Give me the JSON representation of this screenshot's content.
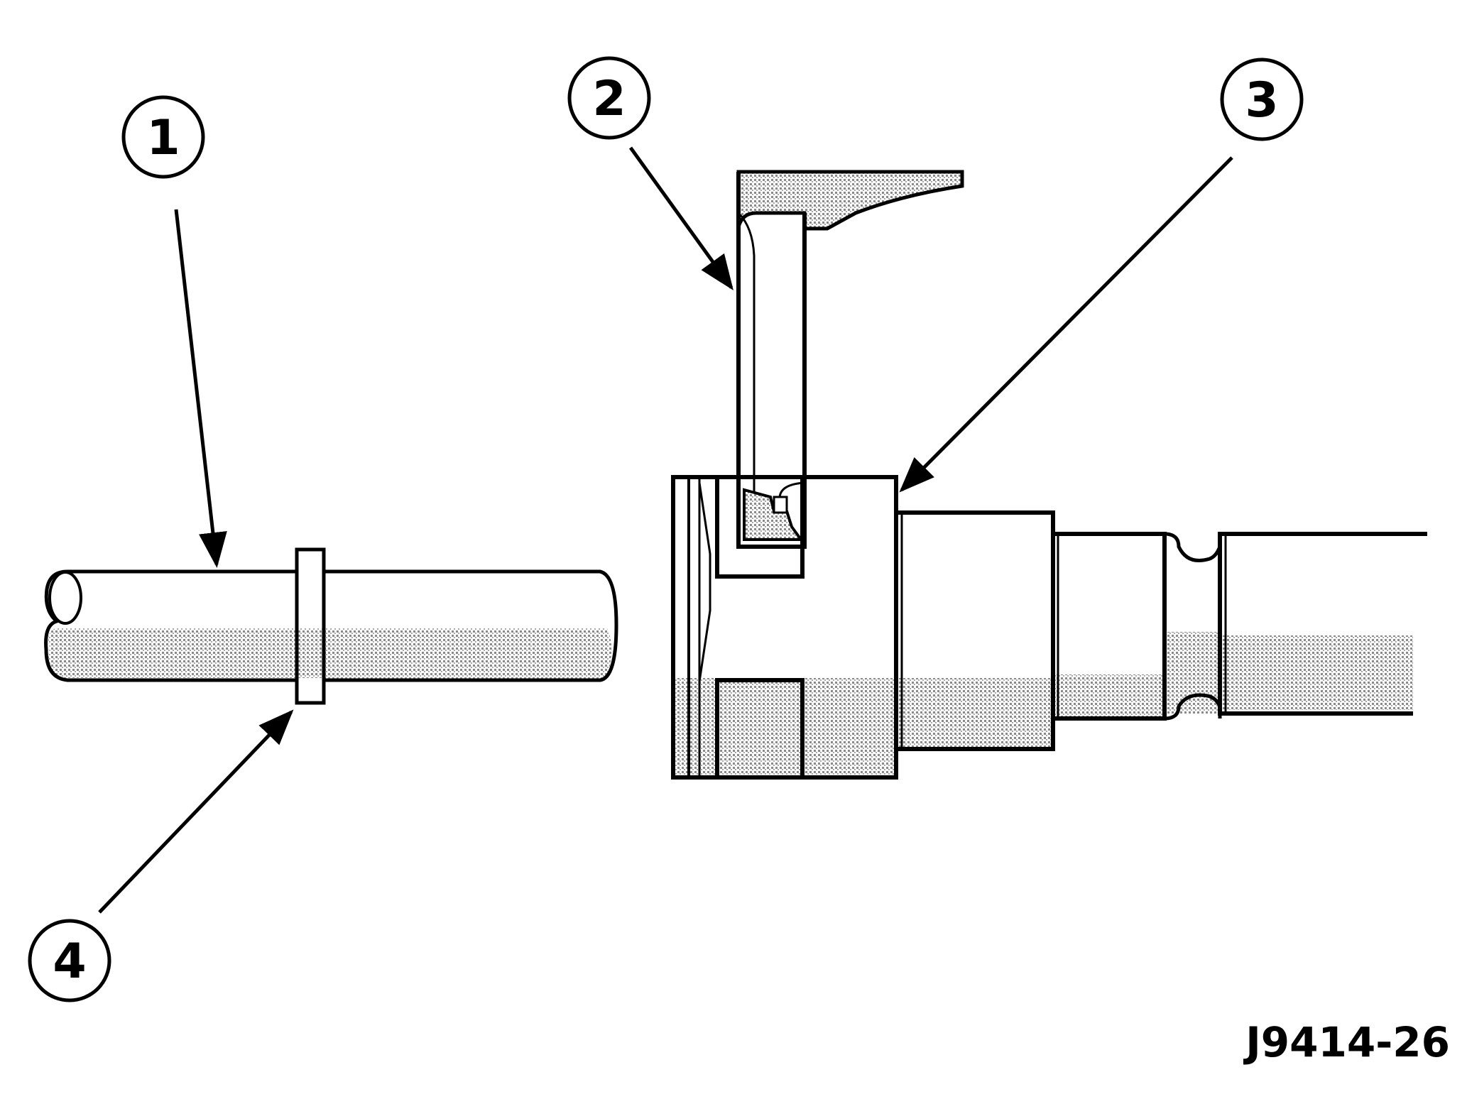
{
  "callouts": [
    {
      "number": "1",
      "target": "fuel-tube"
    },
    {
      "number": "2",
      "target": "retainer-clip"
    },
    {
      "number": "3",
      "target": "quick-connect-fitting"
    },
    {
      "number": "4",
      "target": "tube-bead"
    }
  ],
  "figure_id": "J9414-26",
  "colors": {
    "line": "#000000",
    "shade": "#bcbcbc",
    "background": "#ffffff"
  }
}
